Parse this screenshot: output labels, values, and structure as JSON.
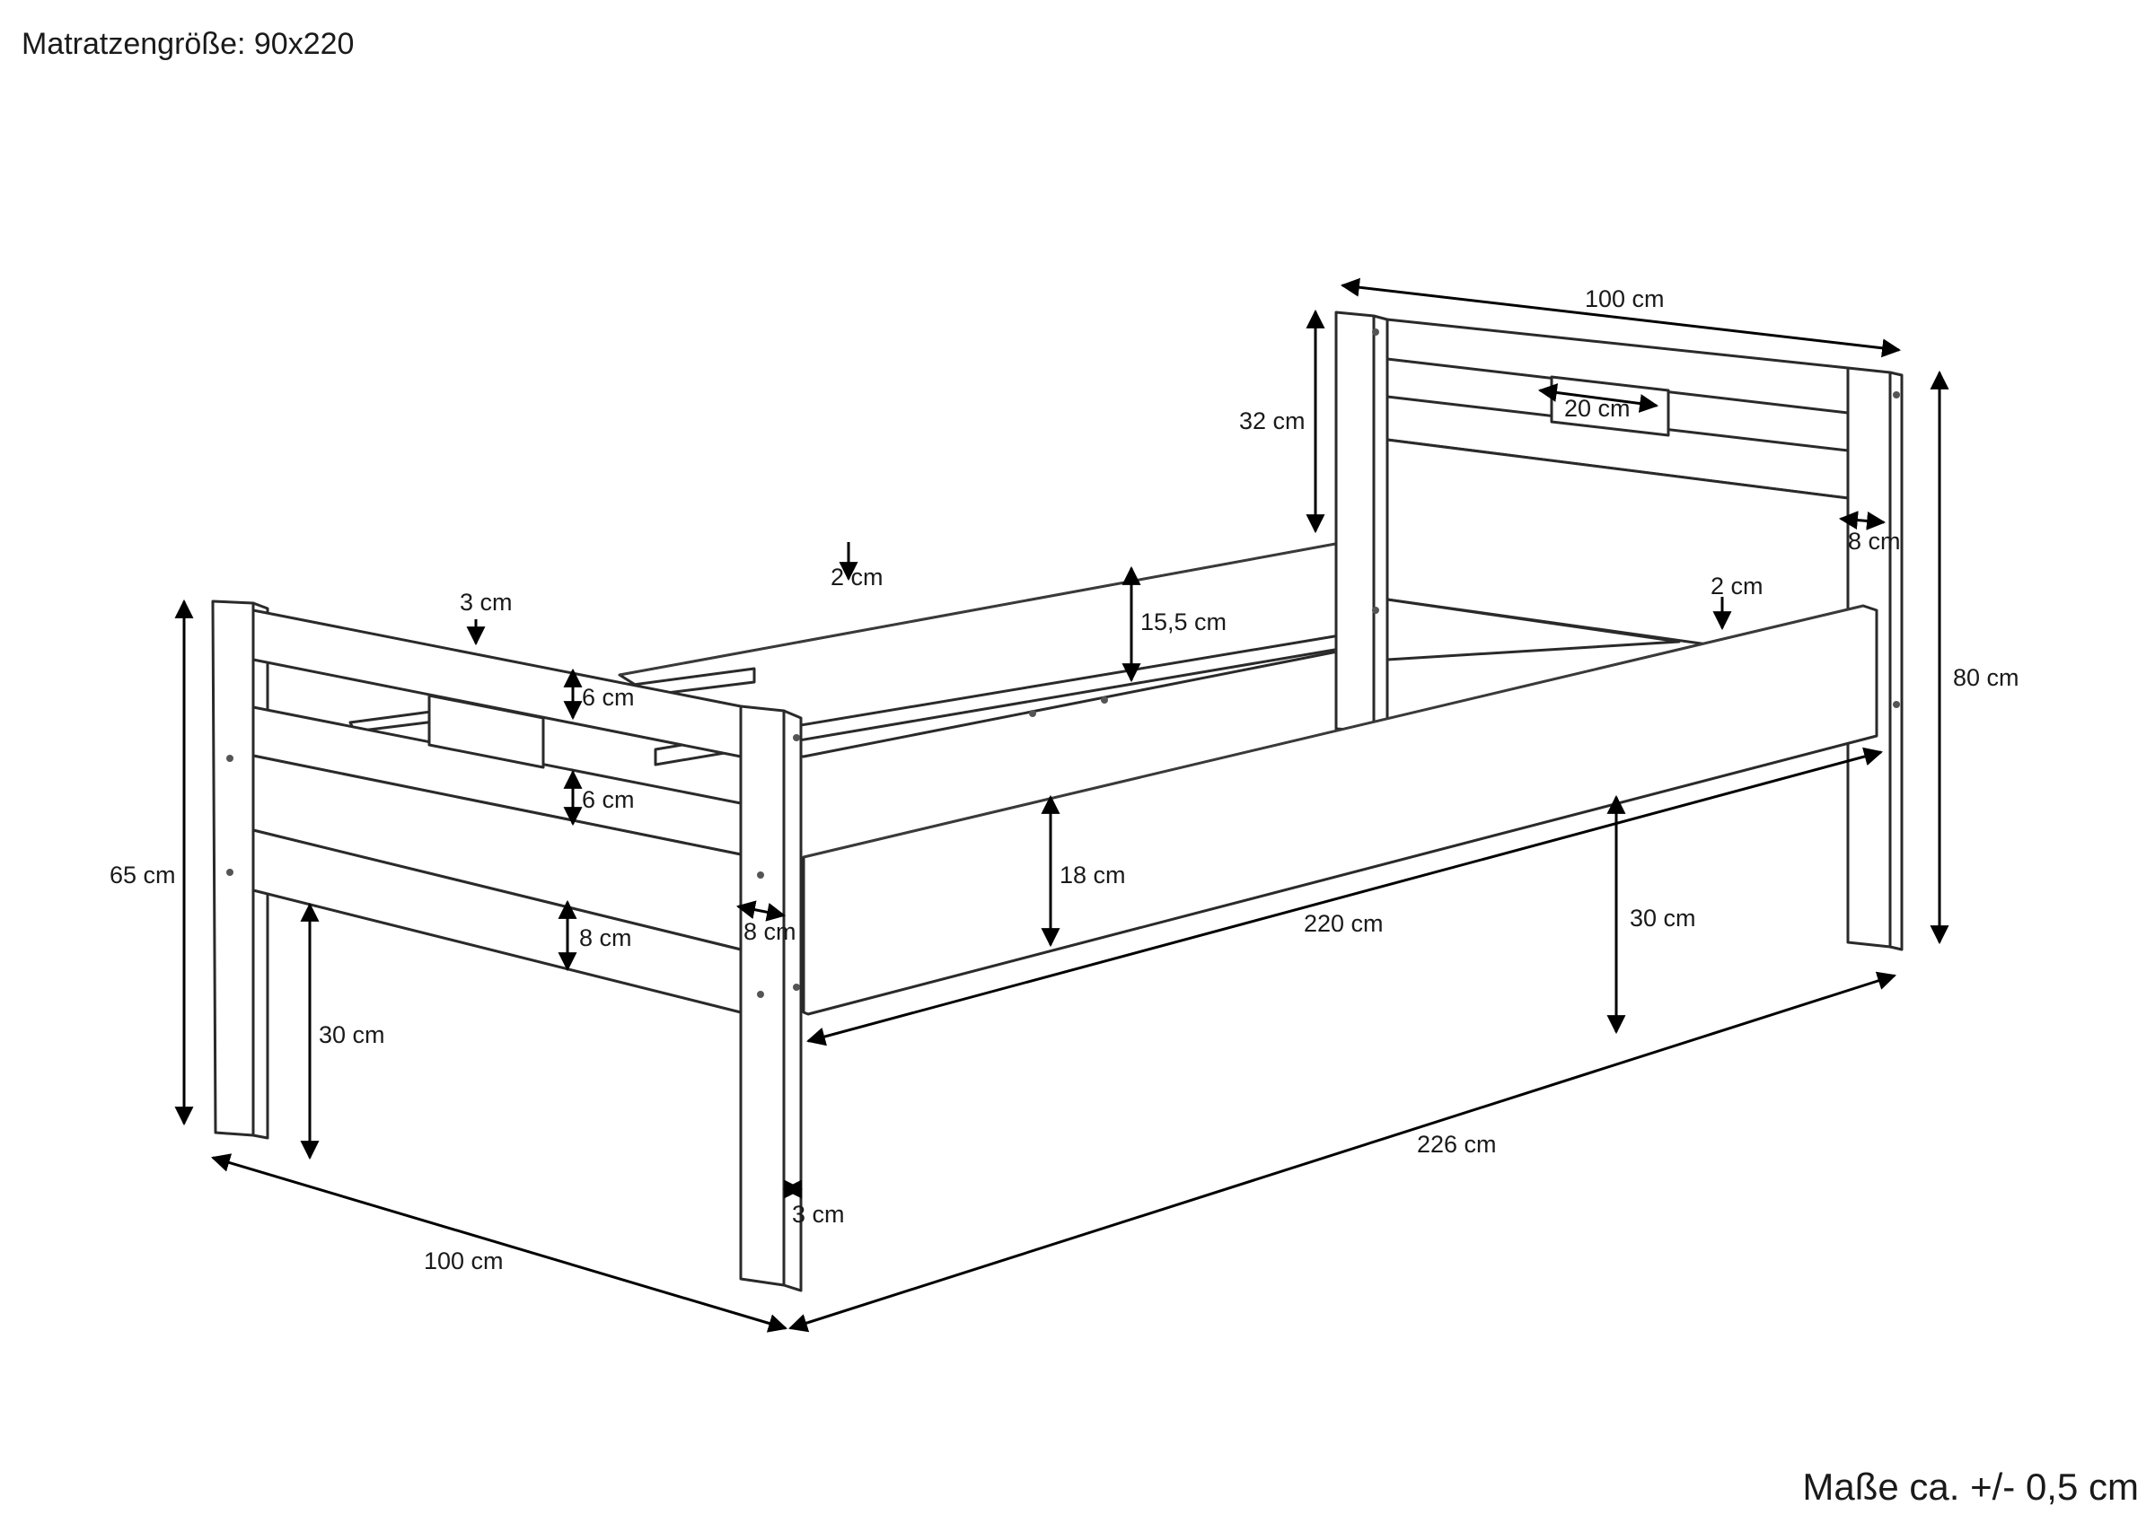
{
  "header": {
    "mattress_size": "Matratzengröße: 90x220"
  },
  "footer": {
    "tolerance_note": "Maße ca. +/- 0,5 cm"
  },
  "colors": {
    "line": "#2a2a2a",
    "background": "#ffffff",
    "arrow": "#000000"
  },
  "dimensions": {
    "head_width_top": "100 cm",
    "head_panel_gap": "20 cm",
    "head_upper_height": "32 cm",
    "head_post_width": "8 cm",
    "head_total_height": "80 cm",
    "rail_far_thickness": "2 cm",
    "rail_far_height": "15,5 cm",
    "rail_near_thickness": "2 cm",
    "foot_top_thickness": "3 cm",
    "foot_rail_a": "6 cm",
    "foot_rail_b": "6 cm",
    "foot_rail_c": "8 cm",
    "foot_post_width": "8 cm",
    "foot_total_height": "65 cm",
    "foot_clearance": "30 cm",
    "side_rail_height": "18 cm",
    "inner_length": "220 cm",
    "side_clearance": "30 cm",
    "outer_length": "226 cm",
    "foot_width_bottom": "100 cm",
    "leg_inset": "3 cm"
  }
}
